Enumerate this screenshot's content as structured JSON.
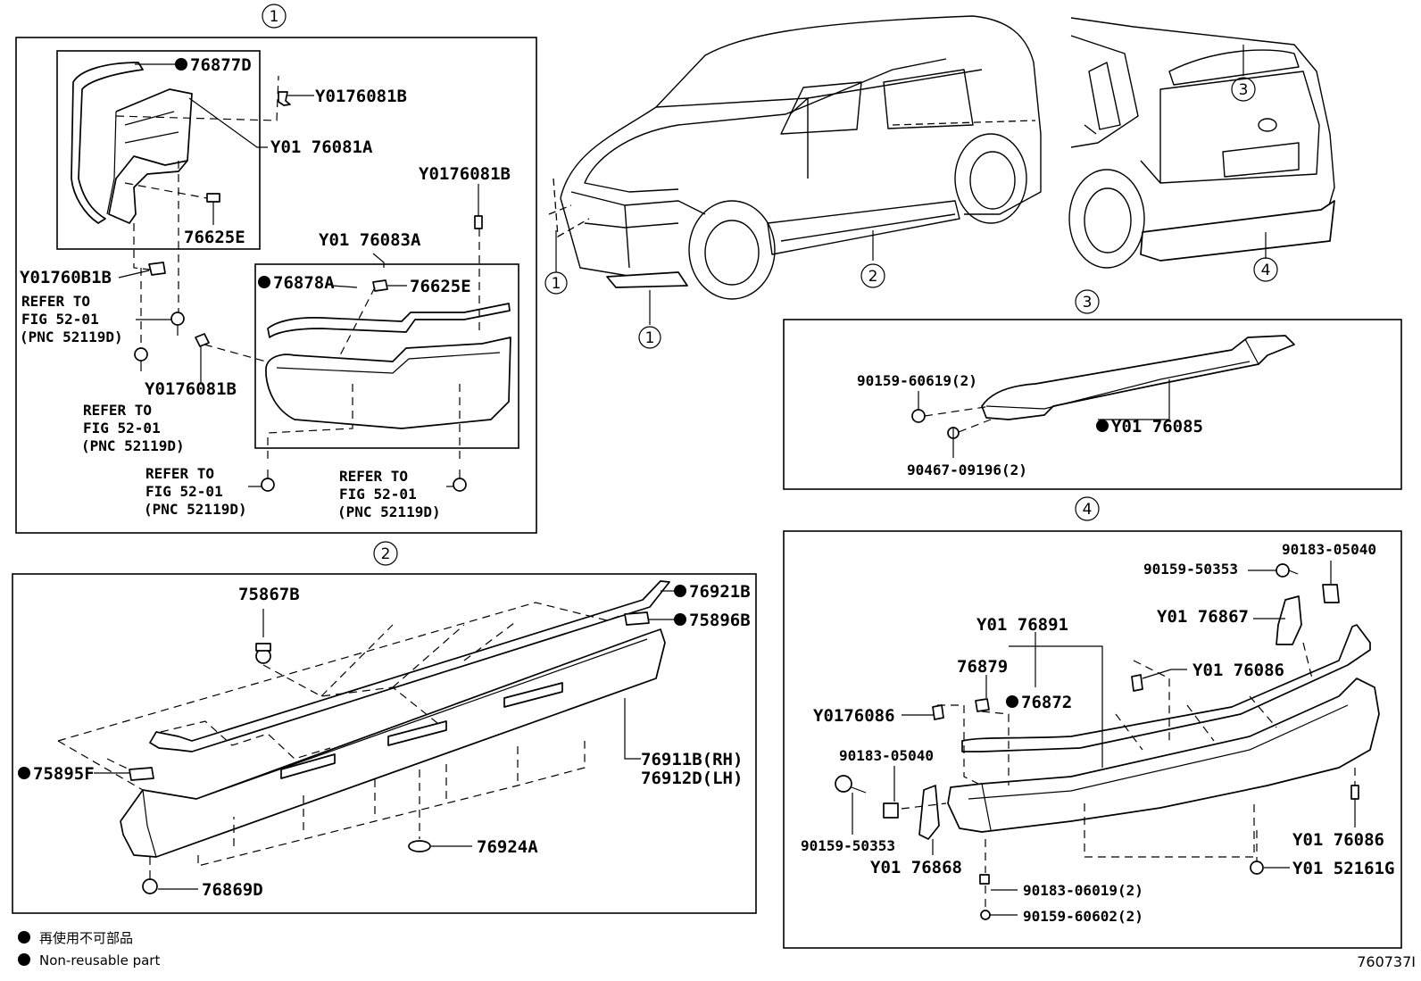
{
  "figure_id": "760737I",
  "legend": {
    "items": [
      {
        "symbol": "filled-dot",
        "text": "再使用不可部品"
      },
      {
        "symbol": "filled-dot",
        "text": "Non-reusable part"
      }
    ]
  },
  "callouts": {
    "c1": "1",
    "c2": "2",
    "c3": "3",
    "c4": "4"
  },
  "section1": {
    "p_76877D": "76877D",
    "p_Y0176081B_a": "Y0176081B",
    "p_Y0176081A": "Y01 76081A",
    "p_76625E_a": "76625E",
    "p_Y0176081B_b": "Y0176081B",
    "p_Y0176081B_c": "Y01760B1B",
    "p_Y0176083A": "Y01 76083A",
    "p_76878A": "76878A",
    "p_76625E_b": "76625E",
    "p_Y0176081B_d": "Y0176081B",
    "refer": {
      "line1": "REFER TO",
      "line2": "FIG 52-01",
      "line3": "(PNC 52119D)"
    }
  },
  "section2": {
    "p_75867B": "75867B",
    "p_76921B": "76921B",
    "p_75896B": "75896B",
    "p_76911B": "76911B(RH)",
    "p_76912D": "76912D(LH)",
    "p_75895F": "75895F",
    "p_76924A": "76924A",
    "p_76869D": "76869D"
  },
  "section3": {
    "p_90159_60619": "90159-60619(2)",
    "p_Y0176085": "Y01 76085",
    "p_90467_09196": "90467-09196(2)"
  },
  "section4": {
    "p_90183_05040_a": "90183-05040",
    "p_90159_50353_a": "90159-50353",
    "p_Y0176867": "Y01 76867",
    "p_Y0176891": "Y01 76891",
    "p_76879": "76879",
    "p_76872": "76872",
    "p_Y0176086_a": "Y01 76086",
    "p_Y0176086_b": "Y0176086",
    "p_90183_05040_b": "90183-05040",
    "p_90159_50353_b": "90159-50353",
    "p_Y0176868": "Y01 76868",
    "p_Y0176086_c": "Y01 76086",
    "p_Y0152161G": "Y01 52161G",
    "p_90183_06019": "90183-06019(2)",
    "p_90159_60602": "90159-60602(2)"
  }
}
